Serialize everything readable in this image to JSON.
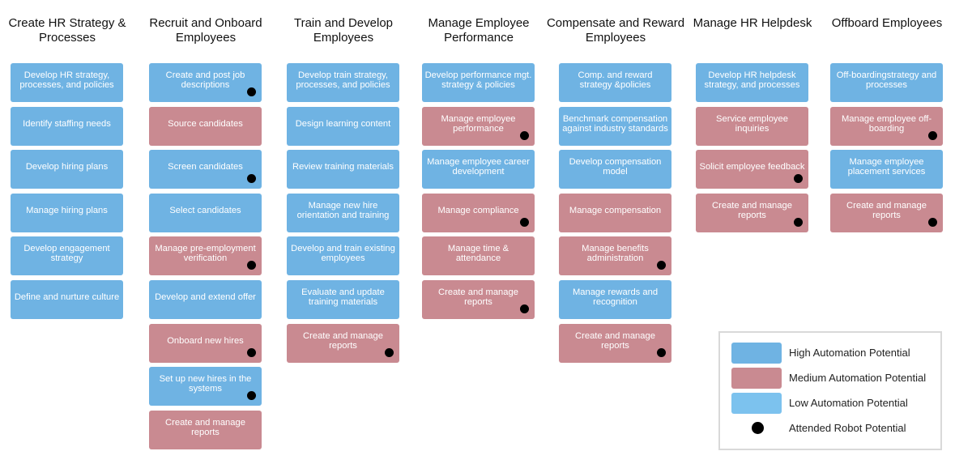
{
  "colors": {
    "high": "#6fb3e3",
    "medium": "#c98a91",
    "low": "#7cc2ee",
    "robot_dot": "#000000"
  },
  "columns": [
    {
      "title": "Create HR Strategy & Processes",
      "items": [
        {
          "label": "Develop HR strategy, processes, and policies",
          "level": "high",
          "robot": false
        },
        {
          "label": "Identify staffing needs",
          "level": "high",
          "robot": false
        },
        {
          "label": "Develop hiring plans",
          "level": "high",
          "robot": false
        },
        {
          "label": "Manage hiring plans",
          "level": "high",
          "robot": false
        },
        {
          "label": "Develop engagement strategy",
          "level": "high",
          "robot": false
        },
        {
          "label": "Define and nurture culture",
          "level": "high",
          "robot": false
        }
      ]
    },
    {
      "title": "Recruit and Onboard Employees",
      "items": [
        {
          "label": "Create and post job descriptions",
          "level": "high",
          "robot": true
        },
        {
          "label": "Source candidates",
          "level": "medium",
          "robot": false
        },
        {
          "label": "Screen candidates",
          "level": "high",
          "robot": true
        },
        {
          "label": "Select candidates",
          "level": "high",
          "robot": false
        },
        {
          "label": "Manage pre-employment verification",
          "level": "medium",
          "robot": true
        },
        {
          "label": "Develop and extend offer",
          "level": "high",
          "robot": false
        },
        {
          "label": "Onboard new hires",
          "level": "medium",
          "robot": true
        },
        {
          "label": "Set up new hires in the systems",
          "level": "high",
          "robot": true
        },
        {
          "label": "Create and manage reports",
          "level": "medium",
          "robot": false
        }
      ]
    },
    {
      "title": "Train and Develop Employees",
      "items": [
        {
          "label": "Develop train strategy, processes, and policies",
          "level": "high",
          "robot": false
        },
        {
          "label": "Design learning content",
          "level": "high",
          "robot": false
        },
        {
          "label": "Review training materials",
          "level": "high",
          "robot": false
        },
        {
          "label": "Manage new hire orientation and training",
          "level": "high",
          "robot": false
        },
        {
          "label": "Develop and train existing employees",
          "level": "high",
          "robot": false
        },
        {
          "label": "Evaluate and update training materials",
          "level": "high",
          "robot": false
        },
        {
          "label": "Create and manage reports",
          "level": "medium",
          "robot": true
        }
      ]
    },
    {
      "title": "Manage Employee Performance",
      "items": [
        {
          "label": "Develop performance mgt. strategy & policies",
          "level": "high",
          "robot": false
        },
        {
          "label": "Manage employee performance",
          "level": "medium",
          "robot": true
        },
        {
          "label": "Manage employee career development",
          "level": "high",
          "robot": false
        },
        {
          "label": "Manage compliance",
          "level": "medium",
          "robot": true
        },
        {
          "label": "Manage time & attendance",
          "level": "medium",
          "robot": false
        },
        {
          "label": "Create and manage reports",
          "level": "medium",
          "robot": true
        }
      ]
    },
    {
      "title": "Compensate and Reward Employees",
      "items": [
        {
          "label": "Comp. and reward strategy &policies",
          "level": "high",
          "robot": false
        },
        {
          "label": "Benchmark compensation against industry standards",
          "level": "high",
          "robot": false
        },
        {
          "label": "Develop compensation model",
          "level": "high",
          "robot": false
        },
        {
          "label": "Manage compensation",
          "level": "medium",
          "robot": false
        },
        {
          "label": "Manage benefits administration",
          "level": "medium",
          "robot": true
        },
        {
          "label": "Manage rewards and recognition",
          "level": "high",
          "robot": false
        },
        {
          "label": "Create and manage reports",
          "level": "medium",
          "robot": true
        }
      ]
    },
    {
      "title": "Manage HR Helpdesk",
      "items": [
        {
          "label": "Develop HR helpdesk strategy, and processes",
          "level": "high",
          "robot": false
        },
        {
          "label": "Service employee inquiries",
          "level": "medium",
          "robot": false
        },
        {
          "label": "Solicit employee feedback",
          "level": "medium",
          "robot": true
        },
        {
          "label": "Create and manage reports",
          "level": "medium",
          "robot": true
        }
      ]
    },
    {
      "title": "Offboard Employees",
      "items": [
        {
          "label": "Off-boardingstrategy and processes",
          "level": "high",
          "robot": false
        },
        {
          "label": "Manage employee off-boarding",
          "level": "medium",
          "robot": true
        },
        {
          "label": "Manage employee placement services",
          "level": "high",
          "robot": false
        },
        {
          "label": "Create and manage reports",
          "level": "medium",
          "robot": true
        }
      ]
    }
  ],
  "legend": [
    {
      "label": "High Automation Potential",
      "kind": "high"
    },
    {
      "label": "Medium Automation Potential",
      "kind": "medium"
    },
    {
      "label": "Low Automation Potential",
      "kind": "low"
    },
    {
      "label": "Attended Robot Potential",
      "kind": "robot"
    }
  ]
}
